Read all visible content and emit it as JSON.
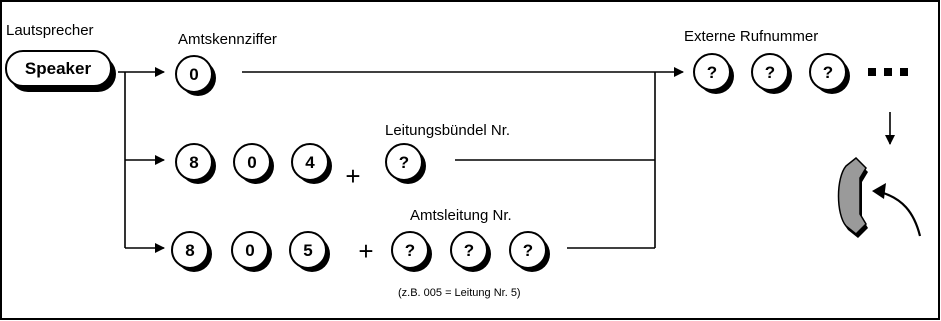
{
  "labels": {
    "speaker_caption": "Lautsprecher",
    "speaker_key": "Speaker",
    "amtskennziffer": "Amtskennziffer",
    "externe_rufnummer": "Externe Rufnummer",
    "leitungsbuendel": "Leitungsbündel Nr.",
    "amtsleitung": "Amtsleitung Nr.",
    "example": "(z.B. 005 = Leitung Nr. 5)",
    "plus": "+"
  },
  "rows": {
    "row1": {
      "keys": [
        "0"
      ]
    },
    "row2": {
      "keys": [
        "8",
        "0",
        "4",
        "?"
      ]
    },
    "row3": {
      "keys": [
        "8",
        "0",
        "5",
        "?",
        "?",
        "?"
      ]
    }
  },
  "external_keys": [
    "?",
    "?",
    "?"
  ],
  "continuation": "■■■"
}
